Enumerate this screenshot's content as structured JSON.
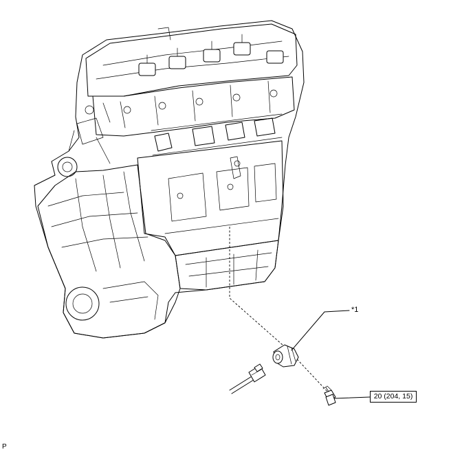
{
  "callout_part": "*1",
  "torque_spec": "20 (204, 15)",
  "corner_code": "P",
  "icons": [
    "engine-assembly-illustration",
    "knock-sensor-illustration",
    "bolt-illustration",
    "wire-harness-connector-illustration"
  ]
}
